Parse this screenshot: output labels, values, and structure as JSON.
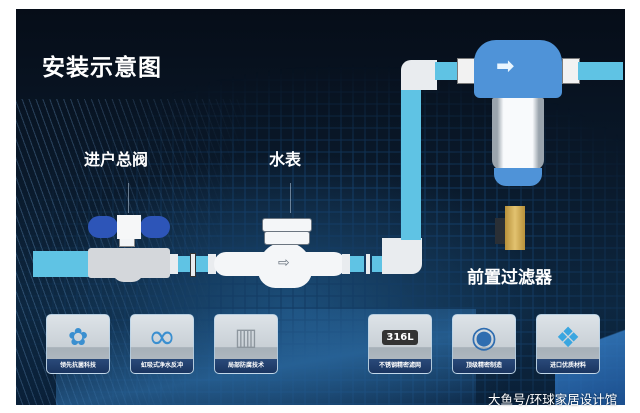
{
  "title": "安装示意图",
  "labels": {
    "main_valve": "进户总阀",
    "water_meter": "水表",
    "pre_filter": "前置过滤器"
  },
  "symbols": {
    "meter_arrow": "⇨",
    "filter_arrow": "➡"
  },
  "features": [
    {
      "label": "领先抗菌科技",
      "icon": "antibacterial-swirl-icon",
      "glyph": "✿"
    },
    {
      "label": "虹吸式净水反冲",
      "icon": "infinity-loop-icon",
      "glyph": "∞"
    },
    {
      "label": "局部防腐技术",
      "icon": "filter-cartridge-icon",
      "glyph": "▥"
    },
    {
      "label": "不锈钢精密滤网",
      "icon": "stainless-316l-mesh-icon",
      "glyph": "316L"
    },
    {
      "label": "顶级精密制造",
      "icon": "precision-manufacturing-icon",
      "glyph": "◉"
    },
    {
      "label": "进口优质材料",
      "icon": "cube-material-icon",
      "glyph": "❖"
    }
  ],
  "watermark": "大鱼号/环球家居设计馆",
  "colors": {
    "background_dark": "#081425",
    "pipe_blue": "#5fc3e4",
    "filter_head_blue": "#4f93d8",
    "valve_handle_blue": "#2d55b8",
    "brass": "#d4b25a"
  }
}
